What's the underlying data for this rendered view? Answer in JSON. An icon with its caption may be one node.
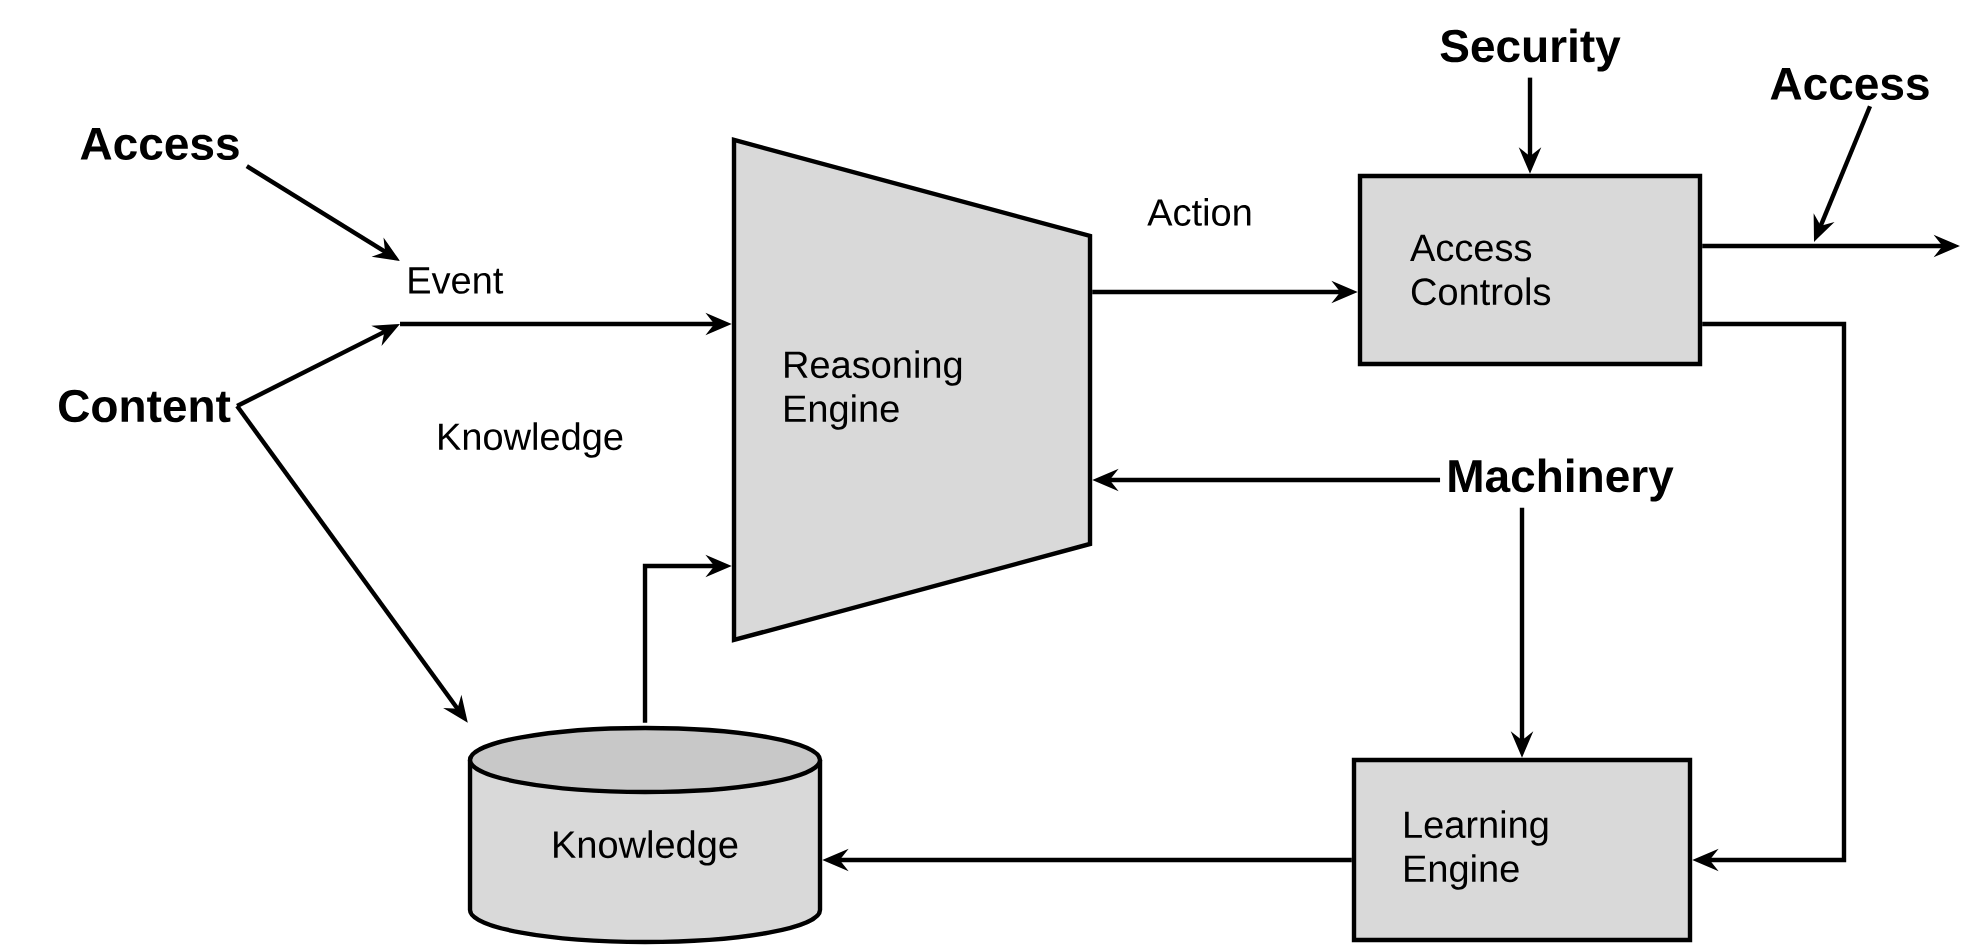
{
  "diagram": {
    "nodes": [
      {
        "text": [
          "Access"
        ]
      },
      {
        "text": [
          "Content"
        ]
      },
      {
        "text": [
          "Event"
        ]
      },
      {
        "text": [
          "Reasoning Engine"
        ]
      },
      {
        "text": [
          "Access Controls"
        ]
      },
      {
        "text": [
          "Security"
        ]
      },
      {
        "text": [
          "Access"
        ]
      },
      {
        "text": [
          "Machinery"
        ]
      },
      {
        "text": [
          "Learning Engine"
        ]
      },
      {
        "text": [
          "Knowledge"
        ]
      }
    ],
    "edges": [
      {
        "from": 0,
        "to": 2,
        "arrow": "to"
      },
      {
        "from": 1,
        "to": 2,
        "arrow": "to"
      },
      {
        "from": 1,
        "to": 9,
        "arrow": "to"
      },
      {
        "from": 2,
        "to": 3,
        "arrow": "to"
      },
      {
        "from": 9,
        "to": 3,
        "arrow": "to"
      },
      {
        "from": 3,
        "to": 4,
        "arrow": "to",
        "label": "Action"
      },
      {
        "from": 5,
        "to": 4,
        "arrow": "to"
      },
      {
        "from": 4,
        "to": null,
        "arrow": "to"
      },
      {
        "from": 6,
        "to": null,
        "arrow": "to"
      },
      {
        "from": 7,
        "to": 3,
        "arrow": "to"
      },
      {
        "from": 7,
        "to": 8,
        "arrow": "to"
      },
      {
        "from": 4,
        "to": 8,
        "arrow": "to"
      },
      {
        "from": 8,
        "to": 9,
        "arrow": "to"
      }
    ],
    "labels": [
      "Knowledge"
    ]
  }
}
